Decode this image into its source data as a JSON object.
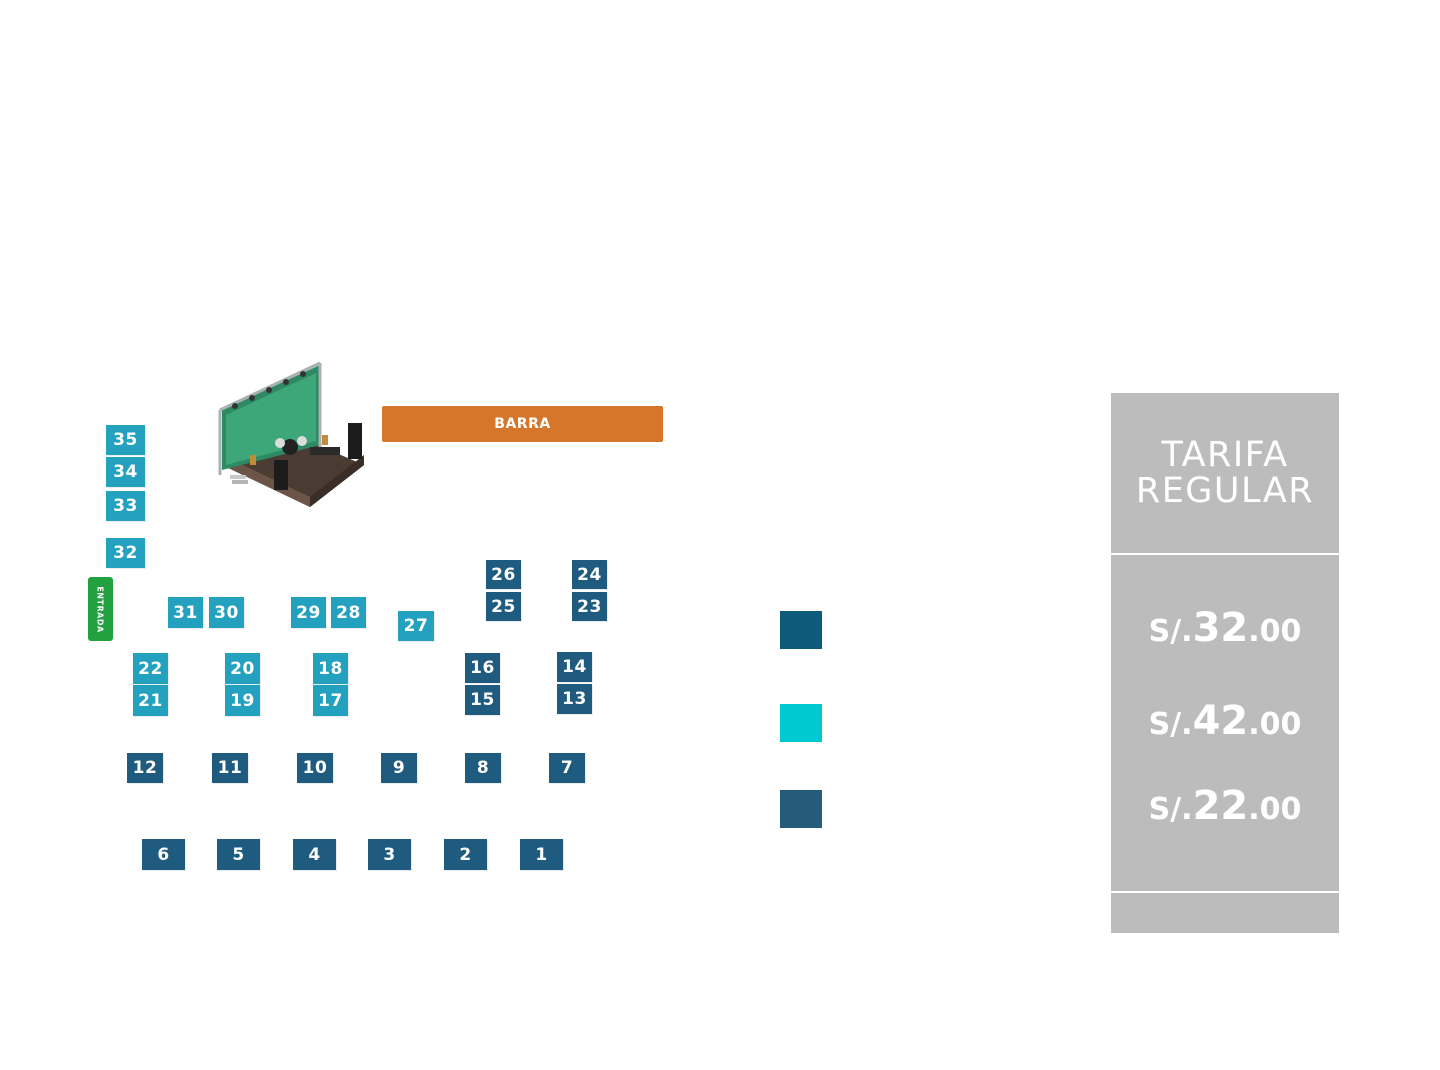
{
  "venue": {
    "barra_label": "BARRA",
    "entrada_label": "ENTRADA"
  },
  "colors": {
    "dark_blue": "#1e5b7e",
    "teal": "#23a1bf",
    "bar_orange": "#d6762b",
    "entrance_green": "#23a040",
    "panel_gray": "#bcbcbc"
  },
  "tables": [
    {
      "num": "35",
      "zone": "teal"
    },
    {
      "num": "34",
      "zone": "teal"
    },
    {
      "num": "33",
      "zone": "teal"
    },
    {
      "num": "32",
      "zone": "teal"
    },
    {
      "num": "31",
      "zone": "teal"
    },
    {
      "num": "30",
      "zone": "teal"
    },
    {
      "num": "29",
      "zone": "teal"
    },
    {
      "num": "28",
      "zone": "teal"
    },
    {
      "num": "27",
      "zone": "teal"
    },
    {
      "num": "26",
      "zone": "dark"
    },
    {
      "num": "25",
      "zone": "dark"
    },
    {
      "num": "24",
      "zone": "dark"
    },
    {
      "num": "23",
      "zone": "dark"
    },
    {
      "num": "22",
      "zone": "teal"
    },
    {
      "num": "21",
      "zone": "teal"
    },
    {
      "num": "20",
      "zone": "teal"
    },
    {
      "num": "19",
      "zone": "teal"
    },
    {
      "num": "18",
      "zone": "teal"
    },
    {
      "num": "17",
      "zone": "teal"
    },
    {
      "num": "16",
      "zone": "dark"
    },
    {
      "num": "15",
      "zone": "dark"
    },
    {
      "num": "14",
      "zone": "dark"
    },
    {
      "num": "13",
      "zone": "dark"
    },
    {
      "num": "12",
      "zone": "dark"
    },
    {
      "num": "11",
      "zone": "dark"
    },
    {
      "num": "10",
      "zone": "dark"
    },
    {
      "num": "9",
      "zone": "dark"
    },
    {
      "num": "8",
      "zone": "dark"
    },
    {
      "num": "7",
      "zone": "dark"
    },
    {
      "num": "6",
      "zone": "dark"
    },
    {
      "num": "5",
      "zone": "dark"
    },
    {
      "num": "4",
      "zone": "dark"
    },
    {
      "num": "3",
      "zone": "dark"
    },
    {
      "num": "2",
      "zone": "dark"
    },
    {
      "num": "1",
      "zone": "dark"
    }
  ],
  "legend": [
    {
      "color": "#0e5a7a"
    },
    {
      "color": "#00c8d0"
    },
    {
      "color": "#245c7a"
    }
  ],
  "pricing": {
    "header_line1": "TARIFA",
    "header_line2": "REGULAR",
    "prices": [
      {
        "currency": "S/.",
        "whole": "32",
        "cents": ".00"
      },
      {
        "currency": "S/.",
        "whole": "42",
        "cents": ".00"
      },
      {
        "currency": "S/.",
        "whole": "22",
        "cents": ".00"
      }
    ]
  }
}
